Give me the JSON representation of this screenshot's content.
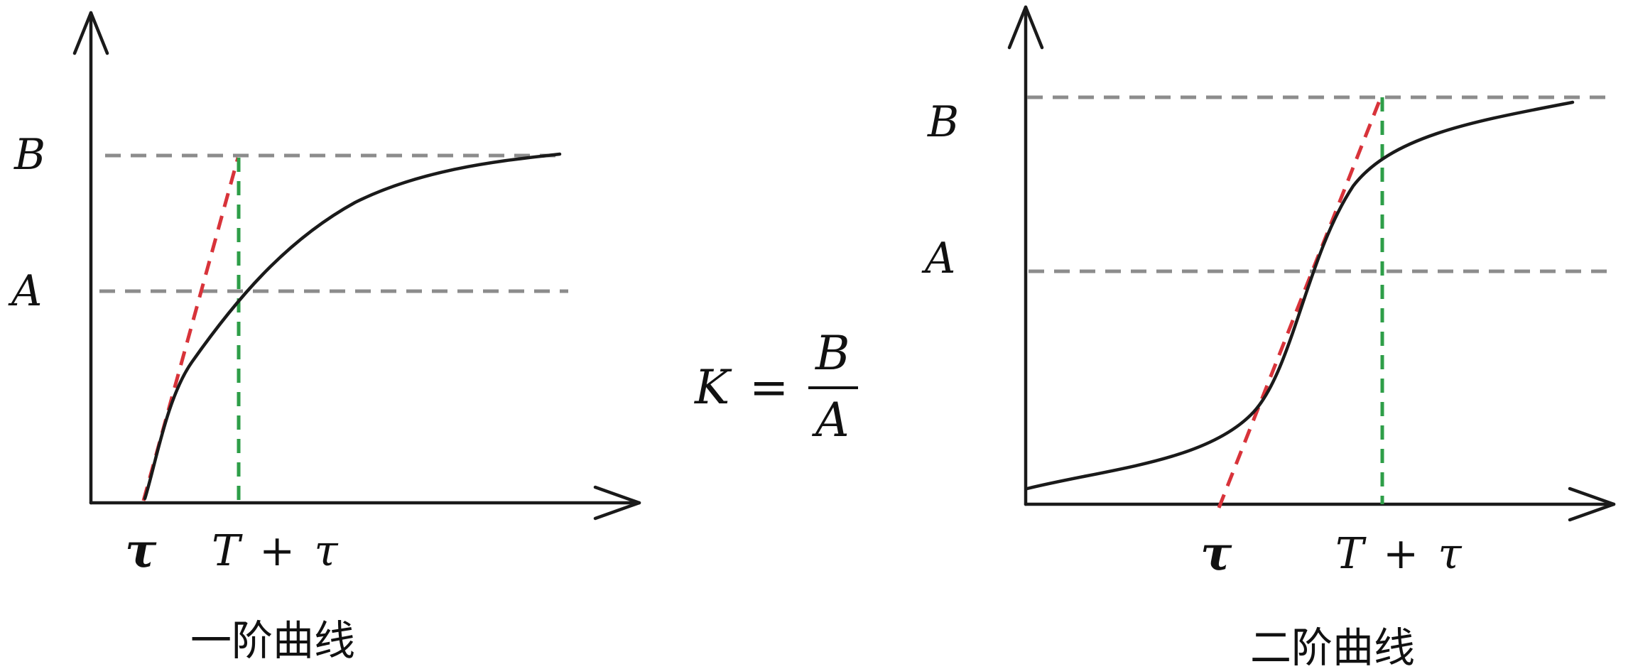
{
  "left_panel": {
    "label_B": "B",
    "label_A": "A",
    "tick_tau": "τ",
    "tick_T_plus": "T",
    "tick_plus": "+",
    "tick_tau2": "τ",
    "caption": "一阶曲线"
  },
  "formula": {
    "lhs": "K",
    "equals": "=",
    "numerator": "B",
    "denominator": "A"
  },
  "right_panel": {
    "label_B": "B",
    "label_A": "A",
    "tick_tau": "τ",
    "tick_T_plus": "T",
    "tick_plus": "+",
    "tick_tau2": "τ",
    "caption": "二阶曲线"
  },
  "colors": {
    "curve": "#1a1a1a",
    "reference_lines": "#8c8c8c",
    "tangent": "#d8333a",
    "time_marker": "#2e9e48"
  }
}
